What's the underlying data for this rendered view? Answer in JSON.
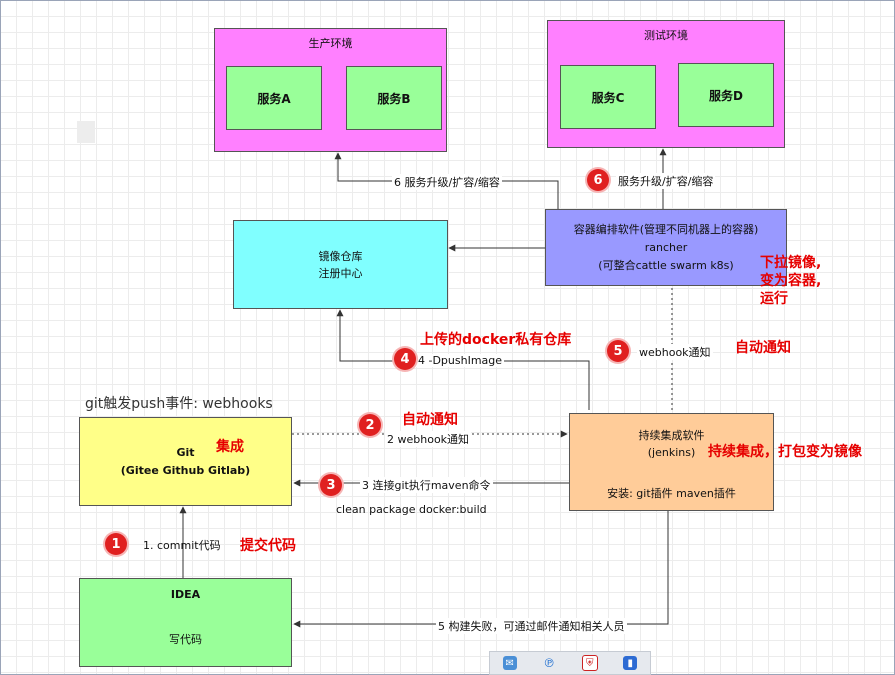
{
  "prod_env": {
    "title": "生产环境",
    "service_a": "服务A",
    "service_b": "服务B"
  },
  "test_env": {
    "title": "测试环境",
    "service_c": "服务C",
    "service_d": "服务D"
  },
  "registry": {
    "line1": "镜像仓库",
    "line2": "注册中心"
  },
  "orchestrator": {
    "line1": "容器编排软件(管理不同机器上的容器)",
    "line2": "rancher",
    "line3": "(可整合cattle swarm k8s)"
  },
  "git_box": {
    "title": "Git",
    "subtitle": "(Gitee  Github  Gitlab)"
  },
  "jenkins_box": {
    "title": "持续集成软件",
    "subtitle": "(jenkins)",
    "plugins": "安装: git插件  maven插件"
  },
  "idea_box": {
    "title": "IDEA",
    "subtitle": "写代码"
  },
  "labels": {
    "upgrade_prod": "6 服务升级/扩容/缩容",
    "upgrade_test": "服务升级/扩容/缩容",
    "push_image": "4 -DpushImage",
    "webhook_5": "webhook通知",
    "webhook_2": "2 webhook通知",
    "maven_3": "3 连接git执行maven命令",
    "maven_cmd": "clean package docker:build",
    "commit_1": "1. commit代码",
    "fail_5": "5 构建失败，可通过邮件通知相关人员",
    "git_trigger": "git触发push事件:  webhooks"
  },
  "annotations": {
    "pull_image_1": "下拉镜像,",
    "pull_image_2": "变为容器,",
    "pull_image_3": "运行",
    "private_repo": "上传的docker私有仓库",
    "auto_notify_5": "自动通知",
    "auto_notify_2": "自动通知",
    "integrate": "集成",
    "ci_build": "持续集成，打包变为镜像",
    "commit_code": "提交代码"
  },
  "badges": {
    "b1": "1",
    "b2": "2",
    "b3": "3",
    "b4": "4",
    "b5": "5",
    "b6": "6"
  },
  "colors": {
    "env": "#ff80ff",
    "service": "#99ff99",
    "registry": "#80ffff",
    "orchestrator": "#9999ff",
    "git": "#ffff88",
    "jenkins": "#ffcc99",
    "annotation": "#e60000",
    "badge": "#e02020"
  },
  "taskbar_icons": [
    "mail-icon",
    "bluetooth-icon",
    "shield-icon",
    "defender-icon"
  ]
}
